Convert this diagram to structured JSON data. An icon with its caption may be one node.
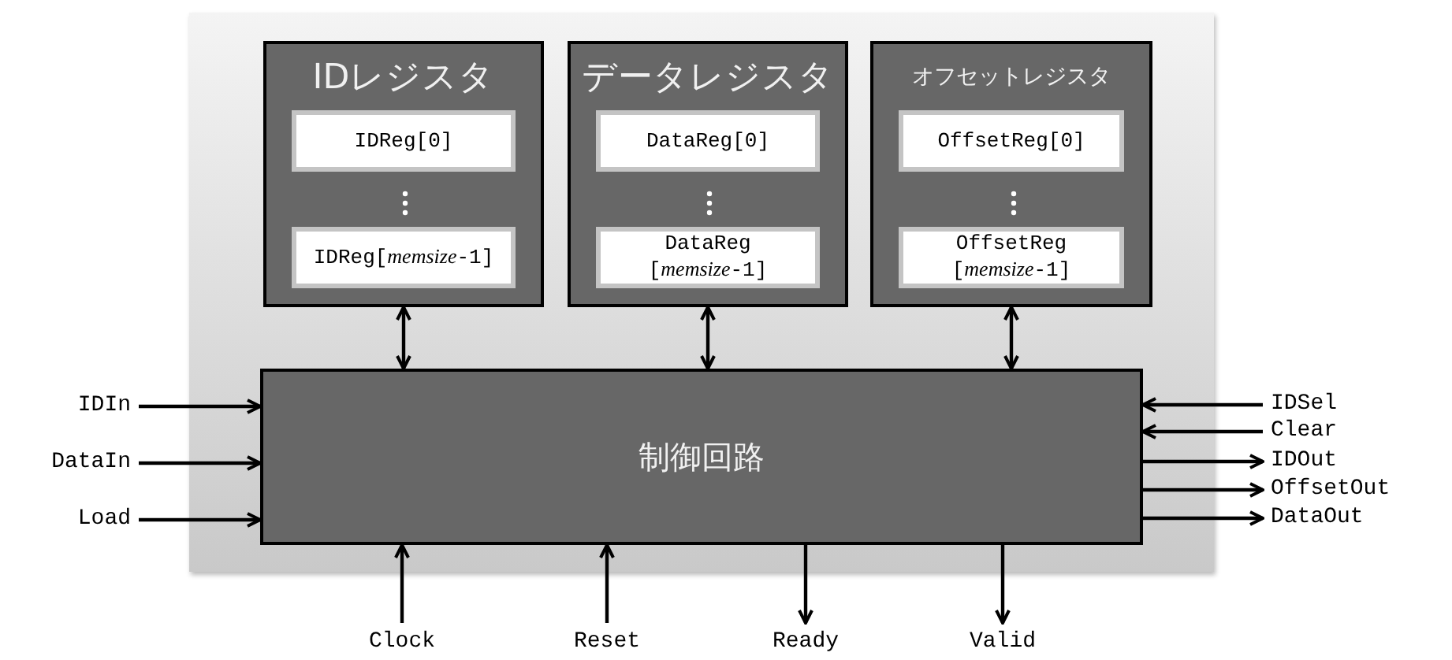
{
  "diagram": {
    "nodes": [
      {
        "text": [
          "IDレジスタ"
        ]
      },
      {
        "text": [
          "IDReg[0]"
        ],
        "in": 0
      },
      {
        "text": [
          "IDReg[*memsize*-1]"
        ],
        "in": 0
      },
      {
        "text": [
          "データレジスタ"
        ]
      },
      {
        "text": [
          "DataReg[0]"
        ],
        "in": 3
      },
      {
        "text": [
          "DataReg [*memsize*-1]"
        ],
        "in": 3
      },
      {
        "text": [
          "オフセットレジスタ"
        ]
      },
      {
        "text": [
          "OffsetReg[0]"
        ],
        "in": 6
      },
      {
        "text": [
          "OffsetReg [*memsize*-1]"
        ],
        "in": 6
      },
      {
        "text": [
          "制御回路"
        ]
      },
      {
        "text": [
          "IDIn"
        ]
      },
      {
        "text": [
          "DataIn"
        ]
      },
      {
        "text": [
          "Load"
        ]
      },
      {
        "text": [
          "IDSel"
        ]
      },
      {
        "text": [
          "Clear"
        ]
      },
      {
        "text": [
          "IDOut"
        ]
      },
      {
        "text": [
          "OffsetOut"
        ]
      },
      {
        "text": [
          "DataOut"
        ]
      },
      {
        "text": [
          "Clock"
        ]
      },
      {
        "text": [
          "Reset"
        ]
      },
      {
        "text": [
          "Ready"
        ]
      },
      {
        "text": [
          "Valid"
        ]
      }
    ],
    "edges": [
      {
        "from": 0,
        "to": 9,
        "arrow": "both"
      },
      {
        "from": 3,
        "to": 9,
        "arrow": "both"
      },
      {
        "from": 6,
        "to": 9,
        "arrow": "both"
      },
      {
        "from": 10,
        "to": 9,
        "arrow": "to"
      },
      {
        "from": 11,
        "to": 9,
        "arrow": "to"
      },
      {
        "from": 12,
        "to": 9,
        "arrow": "to"
      },
      {
        "from": 13,
        "to": 9,
        "arrow": "to"
      },
      {
        "from": 14,
        "to": 9,
        "arrow": "to"
      },
      {
        "from": 9,
        "to": 15,
        "arrow": "to"
      },
      {
        "from": 9,
        "to": 16,
        "arrow": "to"
      },
      {
        "from": 9,
        "to": 17,
        "arrow": "to"
      },
      {
        "from": 18,
        "to": 9,
        "arrow": "to"
      },
      {
        "from": 19,
        "to": 9,
        "arrow": "to"
      },
      {
        "from": 9,
        "to": 20,
        "arrow": "to"
      },
      {
        "from": 9,
        "to": 21,
        "arrow": "to"
      }
    ]
  }
}
